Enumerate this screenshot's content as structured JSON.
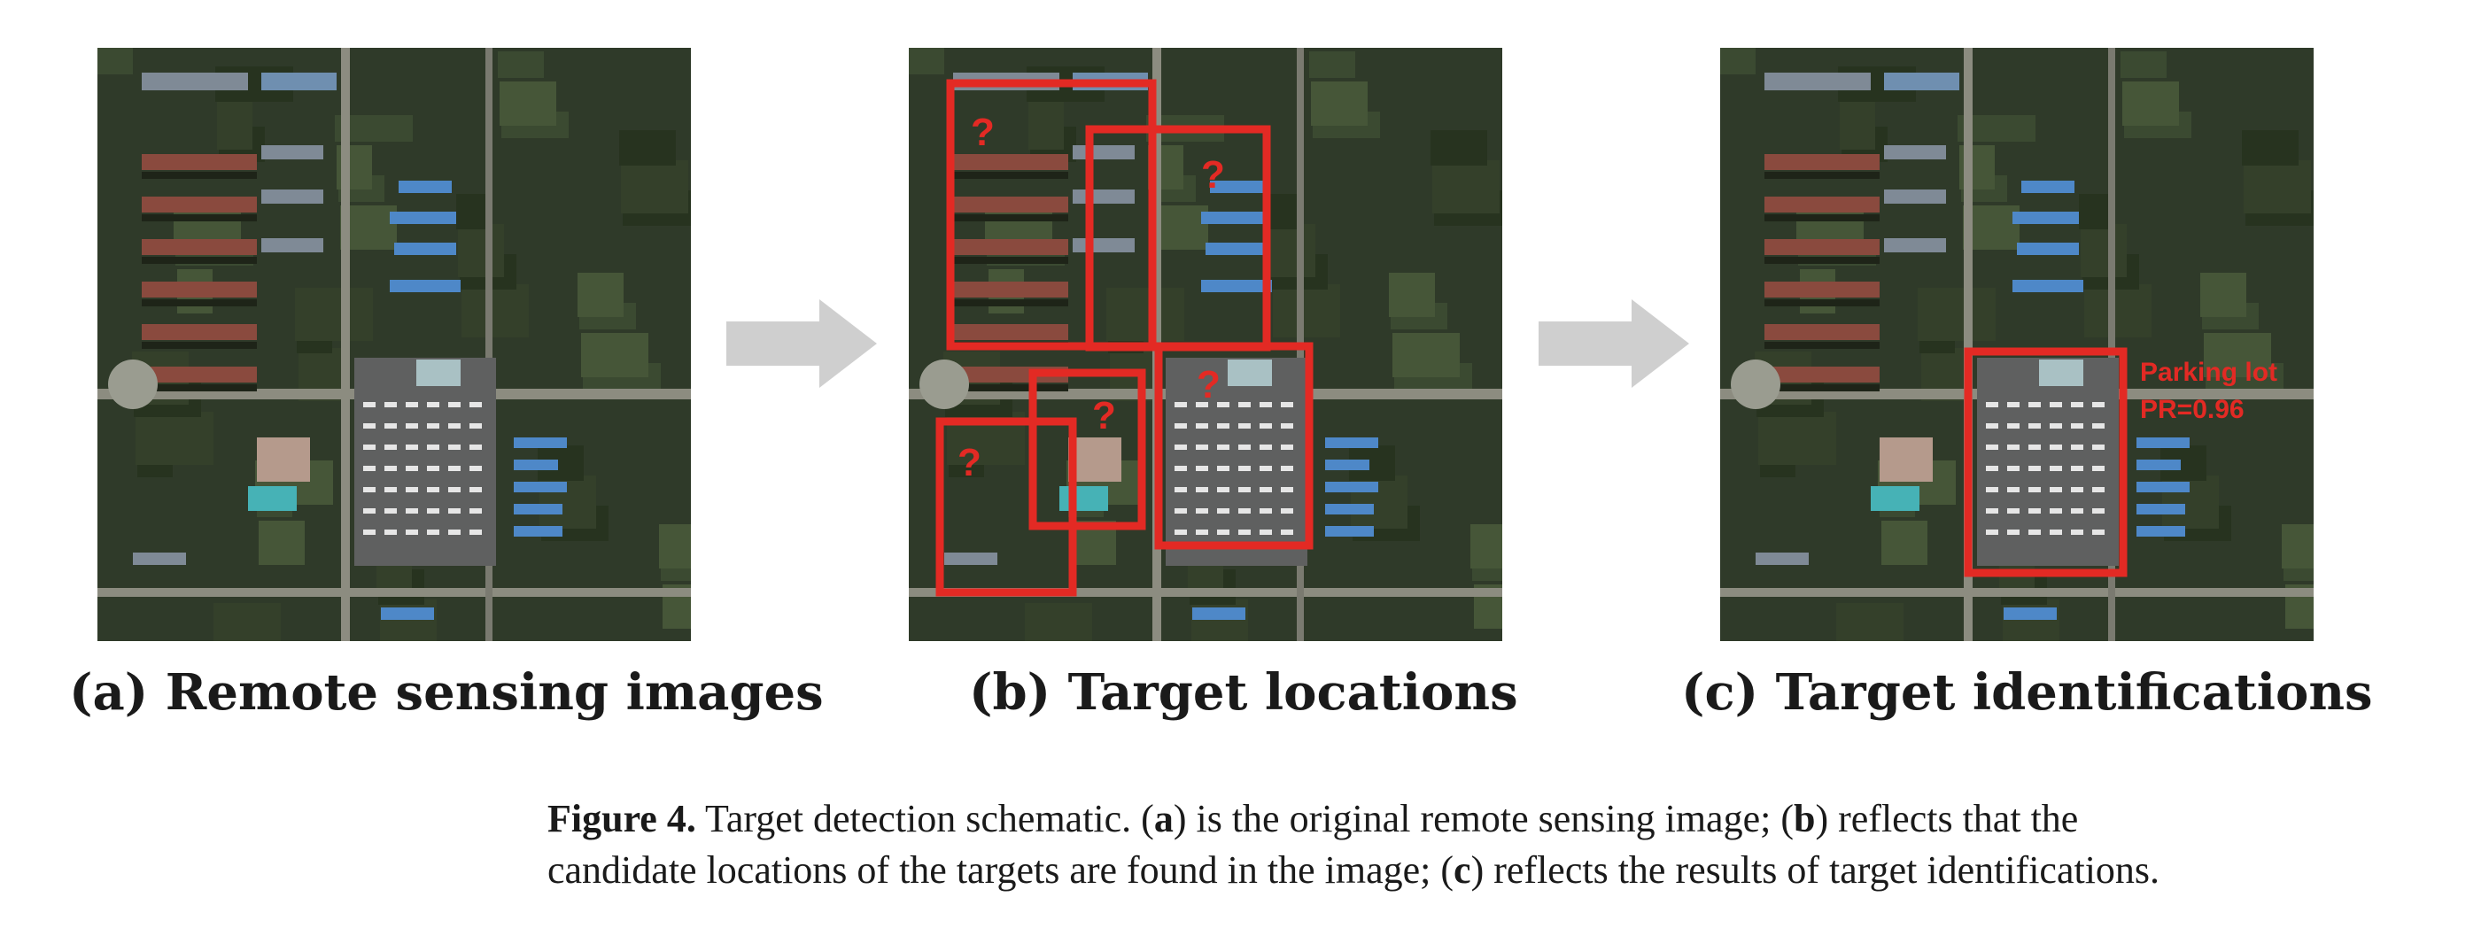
{
  "panels": {
    "a": {
      "caption": "(a) Remote sensing images"
    },
    "b": {
      "caption": "(b) Target locations",
      "box_marks": [
        "?",
        "?",
        "?",
        "?",
        "?"
      ]
    },
    "c": {
      "caption": "(c) Target identifications",
      "label_line1": "Parking lot",
      "label_line2": "PR=0.96"
    }
  },
  "figure_caption": {
    "label": "Figure 4.",
    "text1": " Target detection schematic. (",
    "a": "a",
    "text2": ") is the original remote sensing image; (",
    "b": "b",
    "text3": ") reflects that the",
    "text4": "candidate locations of the targets are found in the image; (",
    "c": "c",
    "text5": ") reflects the results of target identifications."
  },
  "colors": {
    "detection_box": "#e32a24",
    "arrow": "#cfcfcf"
  }
}
